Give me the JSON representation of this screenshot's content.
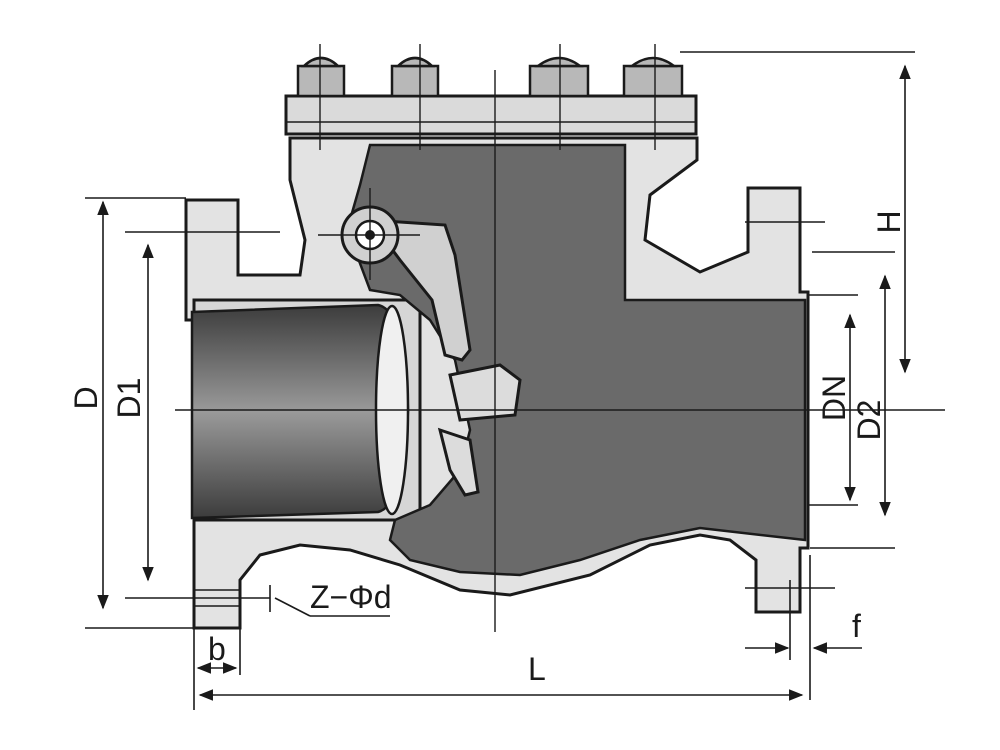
{
  "labels": {
    "D": "D",
    "D1": "D1",
    "DN": "DN",
    "D2": "D2",
    "H": "H",
    "Z_phi_d": "Z−Φd",
    "b": "b",
    "L": "L",
    "f": "f"
  },
  "colors": {
    "line": "#1a1a1a",
    "body": "#e3e3e3",
    "cavity": "#5e5e5e",
    "bore_dark": "#3c3c3c",
    "bore_light": "#9a9a9a",
    "bolt": "#b8b8b8"
  }
}
